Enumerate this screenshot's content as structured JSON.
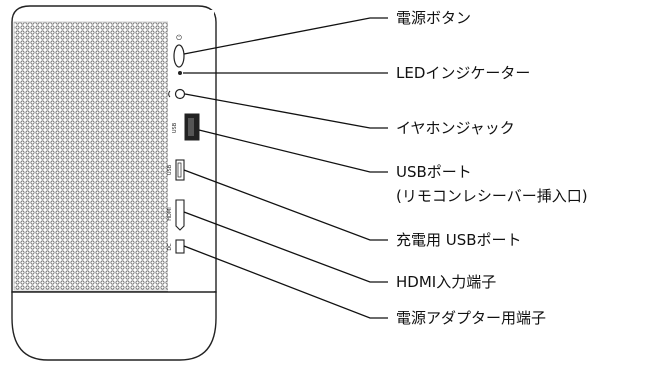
{
  "callouts": [
    {
      "id": "power-button",
      "text": "電源ボタン"
    },
    {
      "id": "led-indicator",
      "text": "LEDインジケーター"
    },
    {
      "id": "earphone-jack",
      "text": "イヤホンジャック"
    },
    {
      "id": "usb-port",
      "text": "USBポート",
      "subtext": "(リモコンレシーバー挿入口)"
    },
    {
      "id": "charge-usb-port",
      "text": "充電用 USBポート"
    },
    {
      "id": "hdmi-port",
      "text": "HDMI入力端子"
    },
    {
      "id": "dc-port",
      "text": "電源アダプター用端子"
    }
  ],
  "device_markings": {
    "usb_upper": "USB",
    "usb_lower": "USB",
    "hdmi": "HDMI",
    "dc": "DC"
  }
}
